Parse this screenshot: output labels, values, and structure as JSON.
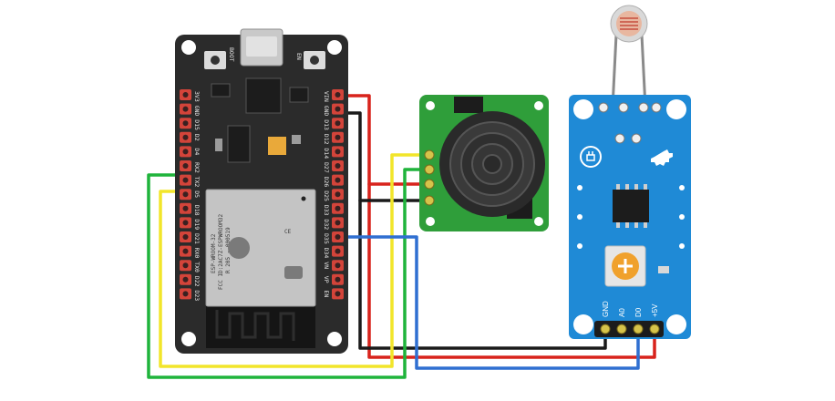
{
  "esp32": {
    "name": "ESP32 DevKit",
    "buttons": {
      "boot": "BOOT",
      "en": "EN"
    },
    "left_pins": [
      "3V3",
      "GND",
      "D15",
      "D2",
      "D4",
      "RX2",
      "TX2",
      "D5",
      "D18",
      "D19",
      "D21",
      "RX0",
      "TX0",
      "D22",
      "D23"
    ],
    "right_pins": [
      "VIN",
      "GND",
      "D13",
      "D12",
      "D14",
      "D27",
      "D26",
      "D25",
      "D33",
      "D32",
      "D35",
      "D34",
      "VN",
      "VP",
      "EN"
    ],
    "module_text": [
      "ESP-WROOM-32",
      "FCC ID:2AC7Z-ESPWROOM32",
      "R 205 - 000519"
    ]
  },
  "ultrasonic": {
    "name": "Ultrasonic Sensor",
    "pins": 4
  },
  "ldr_module": {
    "name": "LDR Light Sensor Module",
    "pins": [
      "GND",
      "A0",
      "D0",
      "+5V"
    ]
  },
  "wire_colors": {
    "power": "#d8231c",
    "ground": "#1a1a1a",
    "signal_yellow": "#f2e52a",
    "signal_green": "#1fb43b",
    "signal_blue": "#2f6fd1"
  },
  "colors": {
    "esp_board": "#2b2b2b",
    "esp_pad": "#d3443a",
    "module_blue": "#1f8ad6",
    "ultra_green": "#2f9e3a"
  }
}
